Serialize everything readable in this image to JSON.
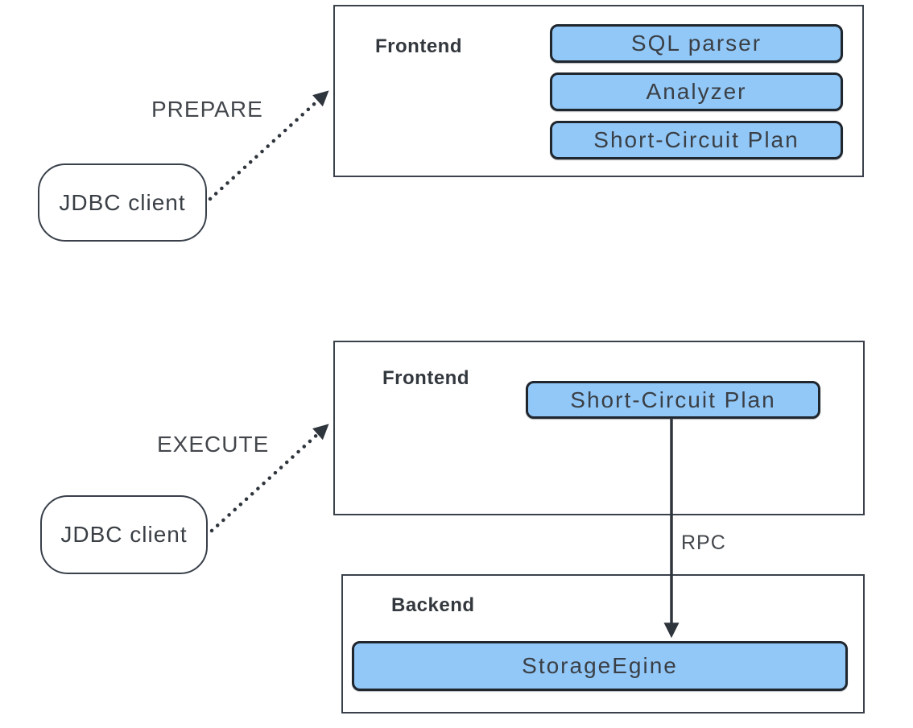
{
  "prepare_flow": {
    "client_label": "JDBC client",
    "arrow_label": "PREPARE",
    "frontend_label": "Frontend",
    "components": {
      "sql_parser": "SQL parser",
      "analyzer": "Analyzer",
      "short_circuit_plan": "Short-Circuit Plan"
    }
  },
  "execute_flow": {
    "client_label": "JDBC client",
    "arrow_label": "EXECUTE",
    "frontend_label": "Frontend",
    "short_circuit_plan": "Short-Circuit Plan",
    "rpc_label": "RPC",
    "backend_label": "Backend",
    "storage_engine": "StorageEgine"
  },
  "colors": {
    "component_fill": "#92c8f8",
    "component_border": "#20262e",
    "container_border": "#3a414b",
    "text": "#3a3f45",
    "arrow": "#2f353c"
  }
}
